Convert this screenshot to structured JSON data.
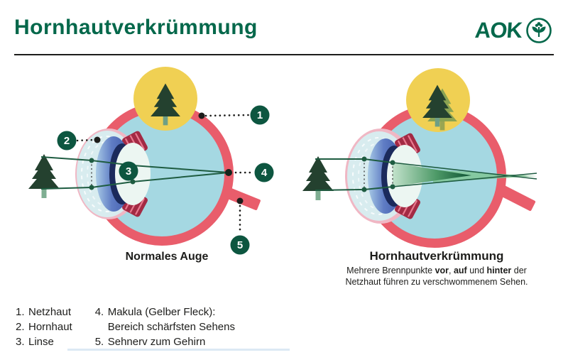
{
  "header": {
    "title": "Hornhautverkrümmung",
    "logo_text": "AOK",
    "logo_icon": "aok-leaf-icon"
  },
  "colors": {
    "brand_green": "#05684b",
    "label_circle_green": "#0d5640",
    "ray_green": "#1e5c41",
    "eye_ring_red": "#e95d6b",
    "eye_inner_blue": "#a5d8e2",
    "image_circle_yellow": "#f0d053",
    "tree_dark_green": "#24412f",
    "tree_blur_green": "#8aa352",
    "iris_blue": "#3e58a8",
    "pupil_navy": "#1b2a5c",
    "muscle_dark_red": "#a32a44",
    "text_dark": "#1d1d1b"
  },
  "left_diagram": {
    "caption": "Normales Auge",
    "labels": [
      "1",
      "2",
      "3",
      "4",
      "5"
    ]
  },
  "right_diagram": {
    "caption": "Hornhautverkrümmung",
    "subcaption_line1_parts": [
      {
        "text": "Mehrere Brennpunkte ",
        "bold": false
      },
      {
        "text": "vor",
        "bold": true
      },
      {
        "text": ", ",
        "bold": false
      },
      {
        "text": "auf",
        "bold": true
      },
      {
        "text": " und ",
        "bold": false
      },
      {
        "text": "hinter",
        "bold": true
      },
      {
        "text": " der",
        "bold": false
      }
    ],
    "subcaption_line2": "Netzhaut führen zu verschwommenem Sehen."
  },
  "legend": {
    "col1": [
      {
        "num": "1.",
        "text": "Netzhaut"
      },
      {
        "num": "2.",
        "text": "Hornhaut"
      },
      {
        "num": "3.",
        "text": "Linse"
      }
    ],
    "col2": [
      {
        "num": "4.",
        "text": "Makula (Gelber Fleck):"
      },
      {
        "num": "",
        "text": "Bereich schärfsten Sehens"
      },
      {
        "num": "5.",
        "text": "Sehnerv zum Gehirn"
      }
    ]
  }
}
